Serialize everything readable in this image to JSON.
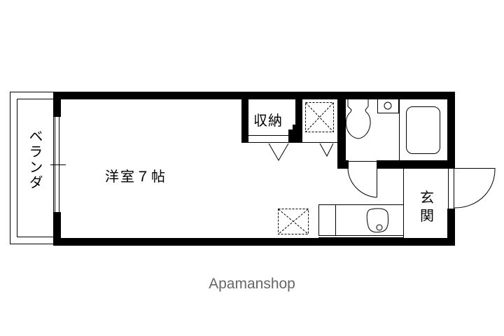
{
  "floorplan": {
    "rooms": {
      "balcony": "ベランダ",
      "western_room": "洋室７帖",
      "storage": "収納",
      "entrance_top": "玄",
      "entrance_bottom": "関"
    },
    "colors": {
      "wall": "#000000",
      "background": "#ffffff",
      "watermark": "#666666"
    }
  },
  "watermark": {
    "text": "Apamanshop"
  }
}
